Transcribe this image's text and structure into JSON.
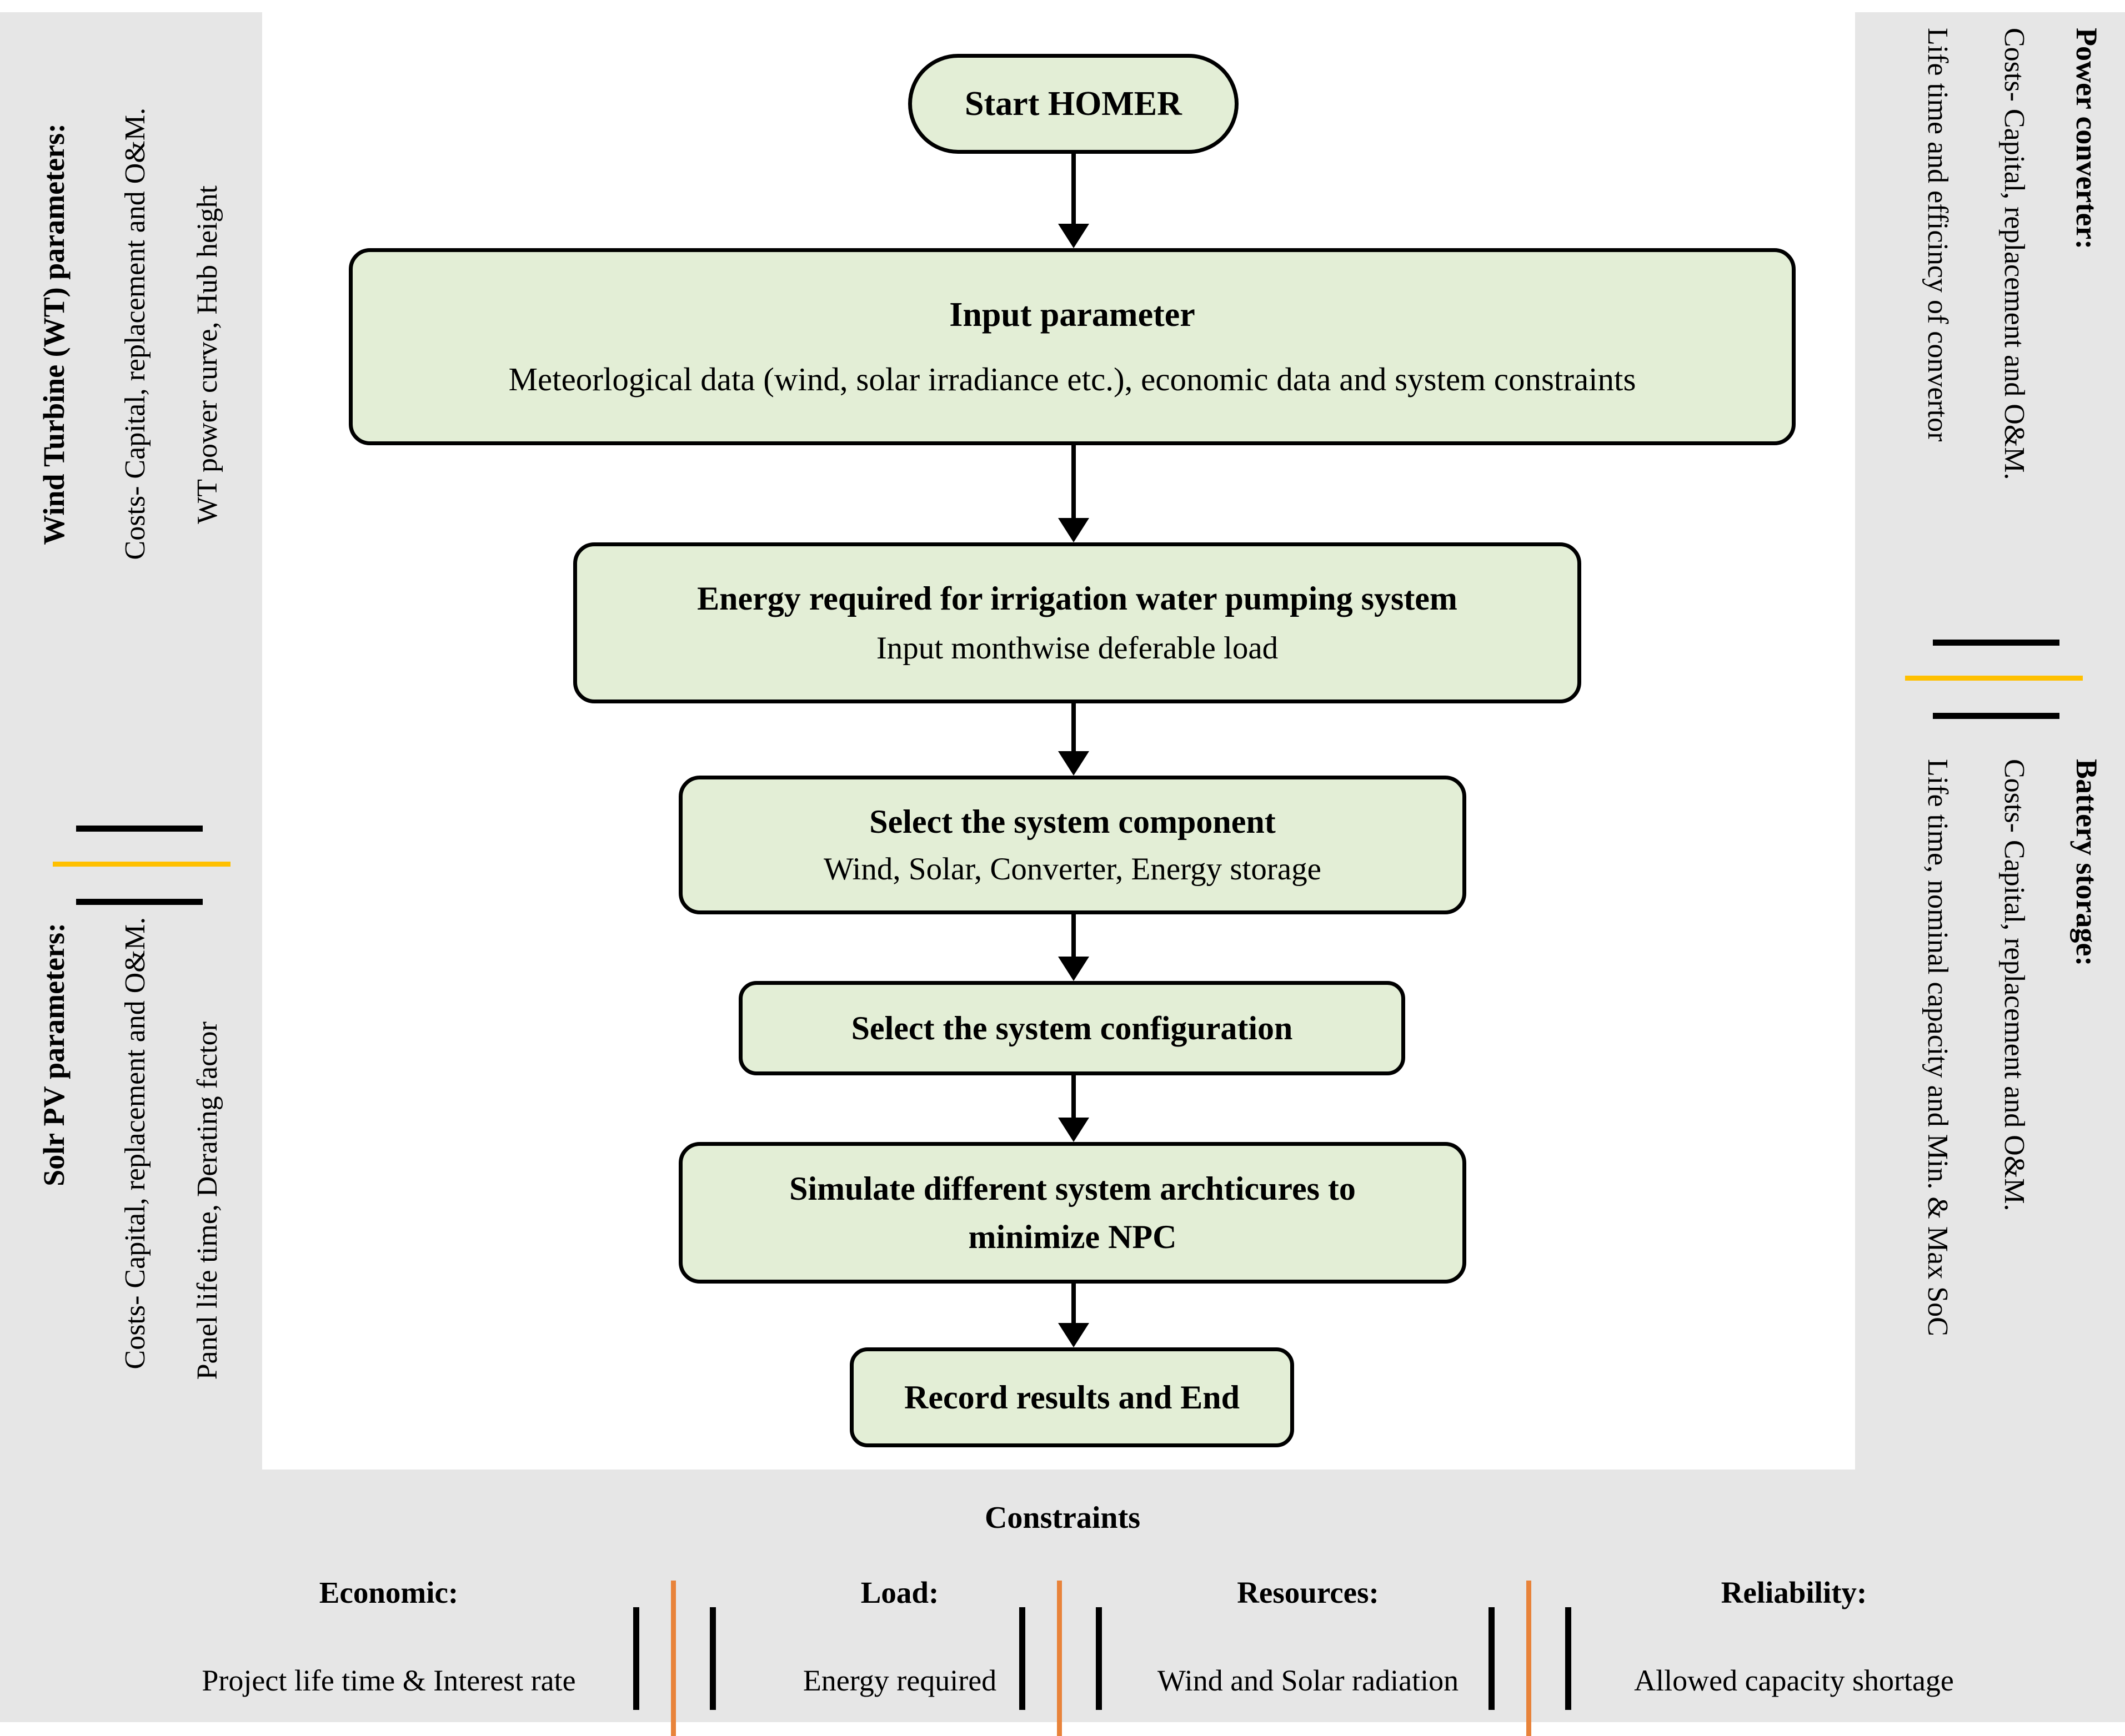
{
  "colors": {
    "node_fill": "#E3EED6",
    "node_border": "#000000",
    "canvas_bg": "#E6E6E6",
    "panel_bg": "#FFFFFF",
    "divider_amber": "#FFC000",
    "divider_orange": "#E8833A"
  },
  "flow": {
    "nodes": [
      {
        "id": "start",
        "title": "Start HOMER",
        "subtitle": ""
      },
      {
        "id": "input",
        "title": "Input parameter",
        "subtitle": "Meteorlogical data (wind, solar irradiance etc.), economic data and system constraints"
      },
      {
        "id": "energy",
        "title": "Energy required for irrigation water pumping system",
        "subtitle": "Input monthwise deferable load"
      },
      {
        "id": "component",
        "title": "Select the system component",
        "subtitle": "Wind, Solar, Converter, Energy storage"
      },
      {
        "id": "config",
        "title": "Select the system configuration",
        "subtitle": ""
      },
      {
        "id": "simulate",
        "title": "Simulate different system archticures to",
        "subtitle": "minimize NPC"
      },
      {
        "id": "record",
        "title": "Record results and End",
        "subtitle": ""
      }
    ]
  },
  "left_sidebar": {
    "groups": [
      {
        "title": "Wind Turbine (WT) parameters:",
        "lines": [
          "Costs- Capital, replacement and O&M.",
          "WT power curve, Hub height"
        ]
      },
      {
        "title": "Solr PV parameters:",
        "lines": [
          "Costs- Capital, replacement and O&M.",
          "Panel life time, Derating factor"
        ]
      }
    ]
  },
  "right_sidebar": {
    "groups": [
      {
        "title": "Power converter:",
        "lines": [
          "Costs- Capital, replacement and O&M.",
          "Life time and efficincy of convertor"
        ]
      },
      {
        "title": "Battery storage:",
        "lines": [
          "Costs- Capital, replacement and O&M.",
          "Life time, nominal capacity and Min. & Max SoC"
        ]
      }
    ]
  },
  "constraints": {
    "title": "Constraints",
    "items": [
      {
        "heading": "Economic:",
        "value": "Project life time & Interest rate"
      },
      {
        "heading": "Load:",
        "value": "Energy required"
      },
      {
        "heading": "Resources:",
        "value": "Wind and Solar radiation"
      },
      {
        "heading": "Reliability:",
        "value": "Allowed capacity shortage"
      }
    ]
  }
}
